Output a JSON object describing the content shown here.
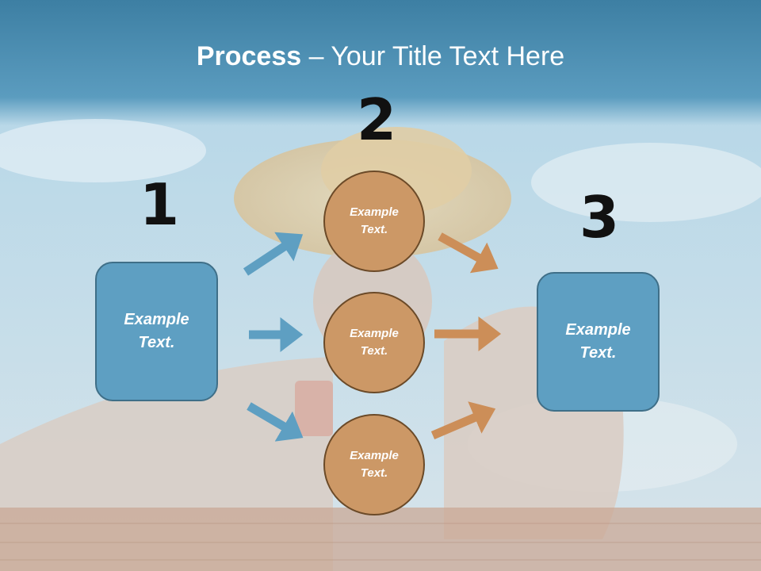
{
  "title": {
    "bold": "Process",
    "rest": " – Your Title Text Here"
  },
  "steps": {
    "one": "1",
    "two": "2",
    "three": "3"
  },
  "box_left": "Example Text.",
  "box_right": "Example Text.",
  "circles": [
    "Example Text.",
    "Example Text.",
    "Example Text."
  ],
  "colors": {
    "box": "#5e9fc2",
    "circle": "#cc9866",
    "arrow_blue": "#5e9fc2",
    "arrow_orange": "#cc8e58"
  },
  "background": "woman-in-straw-hat-pool-photo"
}
